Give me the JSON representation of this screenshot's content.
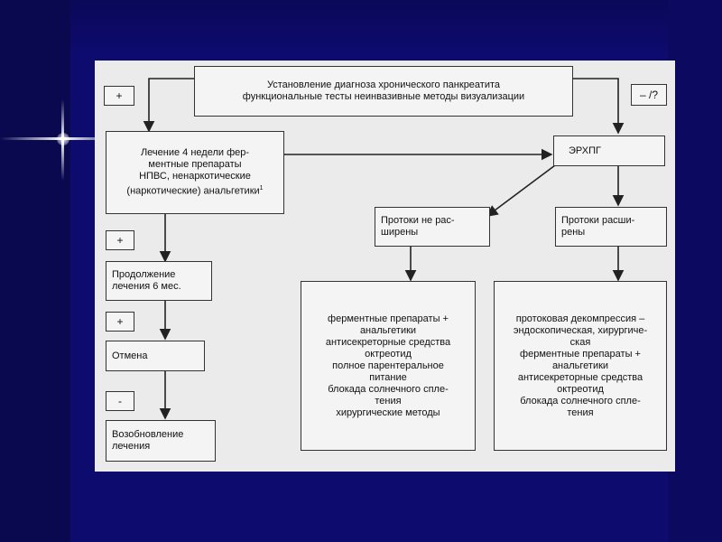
{
  "diagram": {
    "header": "Установление диагноза хронического панкреатита\nфункциональные тесты неинвазивные методы визуализации",
    "treatment4": "Лечение 4 недели фер-\nментные препараты\nНПВС, ненаркотические\n(наркотические) анальгетики",
    "treatment4_sup": "1",
    "erhpg": "ЭРХПГ",
    "ducts_not_dilated": "Протоки не рас-\nширены",
    "ducts_dilated": "Протоки расши-\nрены",
    "continue": "Продолжение\nлечения 6 мес.",
    "cancel": "Отмена",
    "resume": "Возобновление\nлечения",
    "therapy_left": "ферментные препараты +\nанальгетики\nантисекреторные средства\nоктреотид\nполное парентеральное\nпитание\nблокада солнечного спле-\nтения\nхирургические методы",
    "therapy_right": "протоковая декомпрессия –\nэндоскопическая, хирургиче-\nская\nферментные препараты +\nанальгетики\nантисекреторные средства\nоктреотид\nблокада солнечного спле-\nтения",
    "tag_plus_1": "+",
    "tag_minus_q": "– /?",
    "tag_plus_2": "+",
    "tag_plus_3": "+",
    "tag_minus": "-"
  }
}
